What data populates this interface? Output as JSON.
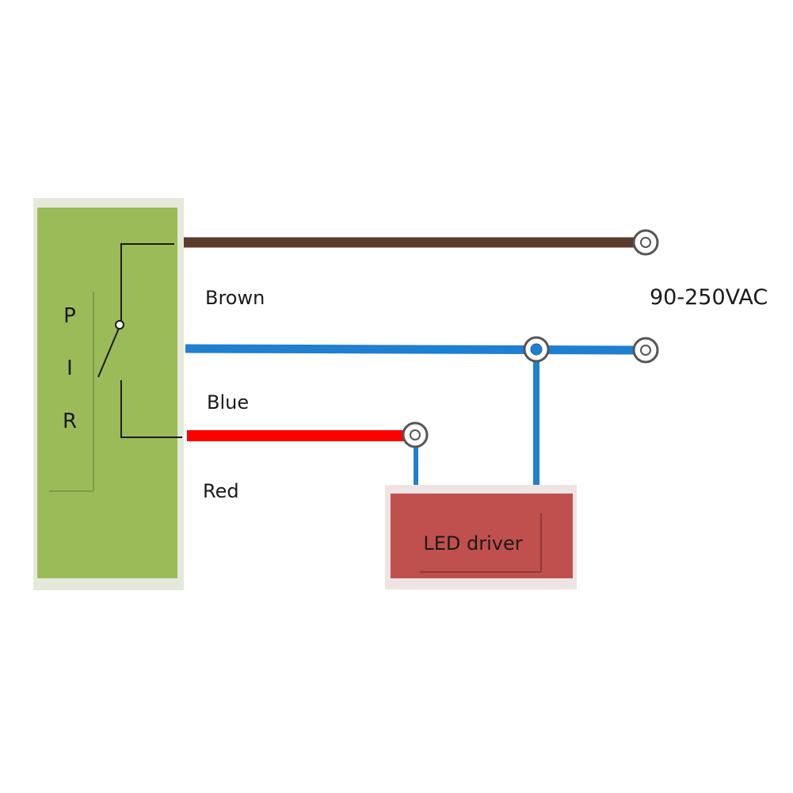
{
  "pir_box": {
    "letters": [
      "P",
      "I",
      "R"
    ],
    "fill": "#9bbb59"
  },
  "wires": {
    "brown": {
      "label": "Brown",
      "color": "#5a3b2c"
    },
    "blue": {
      "label": "Blue",
      "color": "#1f7fd0"
    },
    "red": {
      "label": "Red",
      "color": "#ff0000"
    }
  },
  "supply_label": "90-250VAC",
  "led_driver": {
    "label": "LED driver",
    "fill": "#c0504d"
  },
  "icons": {
    "terminal": "terminal-icon",
    "junction": "junction-icon",
    "relay_contact": "relay-contact-icon"
  }
}
